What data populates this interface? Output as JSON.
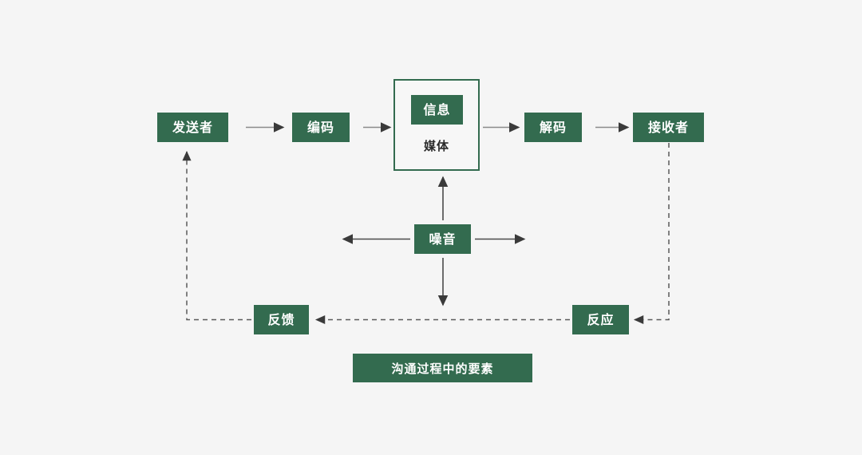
{
  "diagram": {
    "background_color": "#f5f5f5",
    "accent_color": "#336b4f",
    "line_color": "#8a8a8a",
    "arrowhead_color": "#3a3a3a",
    "dashed_line_color": "#5a5a5a",
    "caption": "沟通过程中的要素",
    "nodes": {
      "sender": "发送者",
      "encode": "编码",
      "message": "信息",
      "media": "媒体",
      "decode": "解码",
      "receiver": "接收者",
      "noise": "噪音",
      "feedback": "反馈",
      "response": "反应"
    },
    "edges": [
      {
        "name": "sender-to-encode",
        "from": "发送者",
        "to": "编码",
        "style": "solid",
        "direction": "right"
      },
      {
        "name": "encode-to-message",
        "from": "编码",
        "to": "信息",
        "style": "solid",
        "direction": "right"
      },
      {
        "name": "message-to-decode",
        "from": "媒体",
        "to": "解码",
        "style": "solid",
        "direction": "right"
      },
      {
        "name": "decode-to-receiver",
        "from": "解码",
        "to": "接收者",
        "style": "solid",
        "direction": "right"
      },
      {
        "name": "noise-to-media",
        "from": "噪音",
        "to": "媒体",
        "style": "solid",
        "direction": "up"
      },
      {
        "name": "noise-to-feedback",
        "from": "噪音",
        "to": "反馈",
        "style": "solid",
        "direction": "down"
      },
      {
        "name": "noise-left",
        "from": "噪音",
        "to": "",
        "style": "solid",
        "direction": "left"
      },
      {
        "name": "noise-right",
        "from": "噪音",
        "to": "",
        "style": "solid",
        "direction": "right"
      },
      {
        "name": "receiver-to-response",
        "from": "接收者",
        "to": "反应",
        "style": "dashed",
        "direction": "down-left"
      },
      {
        "name": "response-to-feedback",
        "from": "反应",
        "to": "反馈",
        "style": "dashed",
        "direction": "left"
      },
      {
        "name": "feedback-to-sender",
        "from": "反馈",
        "to": "发送者",
        "style": "dashed",
        "direction": "left-up"
      }
    ]
  }
}
